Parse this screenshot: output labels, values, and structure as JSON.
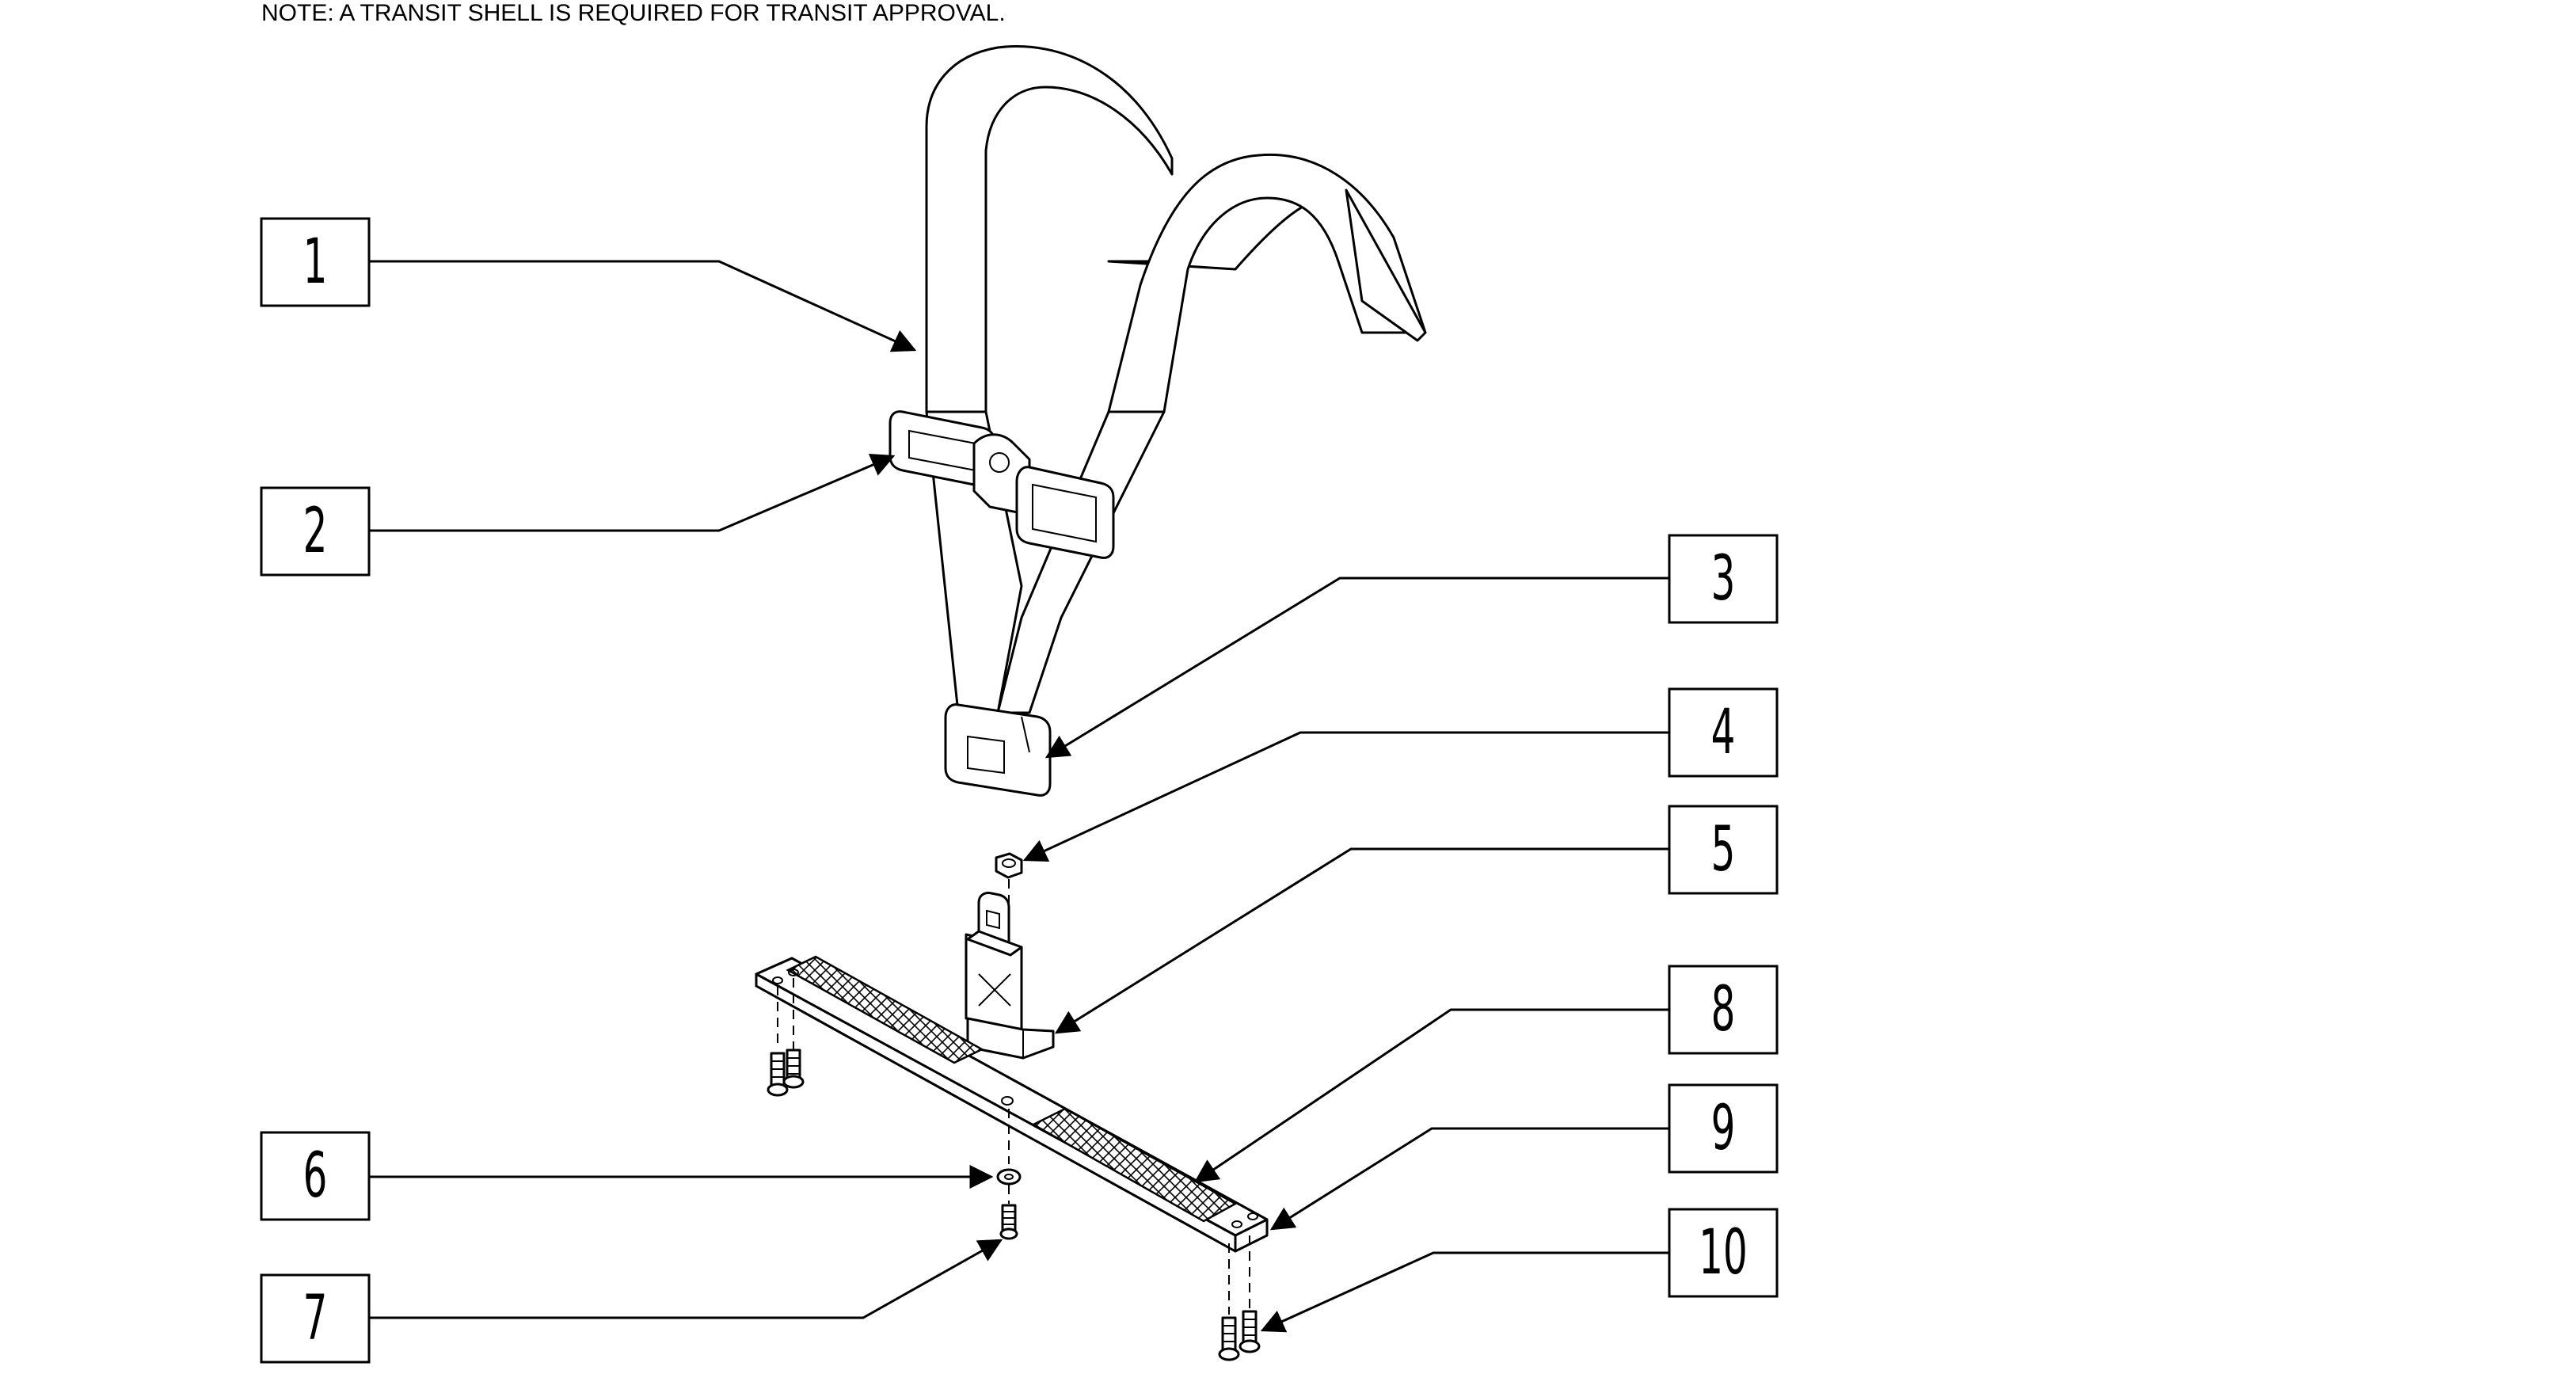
{
  "note": "NOTE: A TRANSIT SHELL IS REQUIRED FOR TRANSIT APPROVAL.",
  "callouts": [
    {
      "id": "1",
      "label": "1"
    },
    {
      "id": "2",
      "label": "2"
    },
    {
      "id": "3",
      "label": "3"
    },
    {
      "id": "4",
      "label": "4"
    },
    {
      "id": "5",
      "label": "5"
    },
    {
      "id": "6",
      "label": "6"
    },
    {
      "id": "7",
      "label": "7"
    },
    {
      "id": "8",
      "label": "8"
    },
    {
      "id": "9",
      "label": "9"
    },
    {
      "id": "10",
      "label": "10"
    }
  ],
  "colors": {
    "line": "#000000",
    "background": "#ffffff"
  }
}
